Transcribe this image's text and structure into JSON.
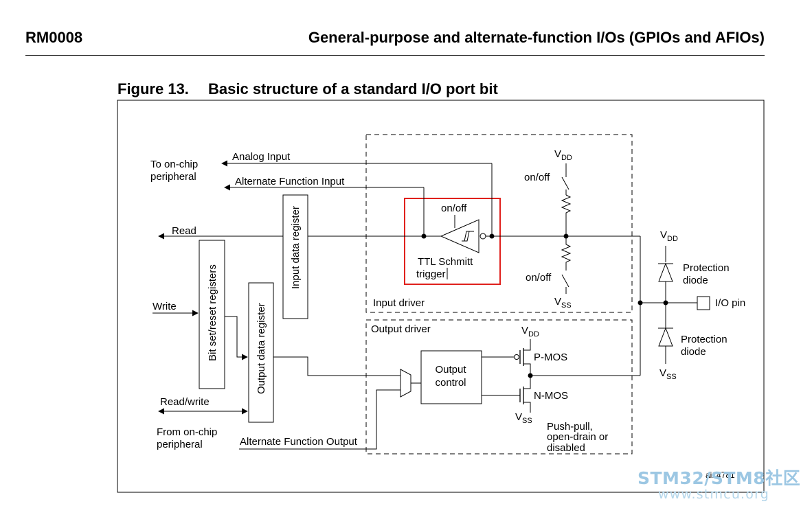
{
  "header": {
    "doc_id": "RM0008",
    "section_title": "General-purpose and alternate-function I/Os (GPIOs and AFIOs)"
  },
  "figure": {
    "number": "Figure 13.",
    "title": "Basic structure of a standard I/O port bit",
    "id": "ai14781"
  },
  "labels": {
    "to_on_chip_1": "To on-chip",
    "to_on_chip_2": "peripheral",
    "analog_input": "Analog Input",
    "alt_function_input": "Alternate Function Input",
    "read": "Read",
    "write": "Write",
    "read_write": "Read/write",
    "from_on_chip_1": "From on-chip",
    "from_on_chip_2": "peripheral",
    "alt_function_output": "Alternate Function Output",
    "input_data_register": "Input data register",
    "bit_set_reset_registers": "Bit set/reset registers",
    "output_data_register": "Output data register",
    "on_off": "on/off",
    "ttl_schmitt_1": "TTL Schmitt",
    "ttl_schmitt_2": "trigger",
    "input_driver": "Input driver",
    "output_driver": "Output driver",
    "output_control_1": "Output",
    "output_control_2": "control",
    "pmos": "P-MOS",
    "nmos": "N-MOS",
    "push_pull_1": "Push-pull,",
    "push_pull_2": "open-drain or",
    "push_pull_3": "disabled",
    "protection": "Protection",
    "diode": "diode",
    "io_pin": "I/O pin",
    "v": "V",
    "dd": "DD",
    "ss": "SS"
  },
  "watermark": {
    "main": "STM32/STM8社区",
    "url": "www.stmcu.org"
  },
  "colors": {
    "highlight": "#e0201c",
    "watermark": "#9cc7e3"
  }
}
